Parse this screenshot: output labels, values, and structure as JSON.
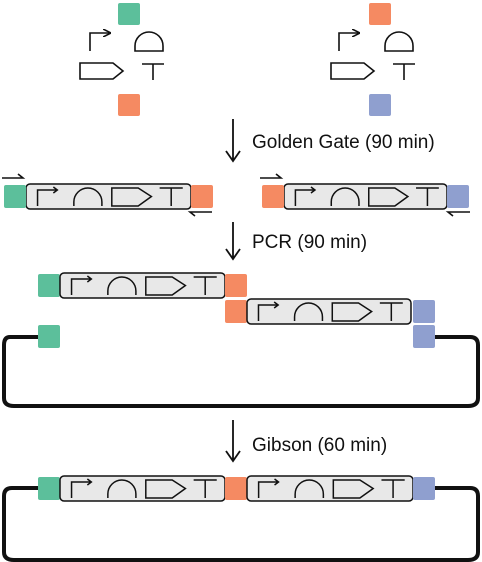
{
  "colors": {
    "teal": "#5cbf9b",
    "orange": "#f58a62",
    "blue": "#8f9fcf",
    "part_fill": "#e8e8e8",
    "ink": "#111111"
  },
  "part_icons": [
    "promoter-icon",
    "rbs-icon",
    "cds-icon",
    "terminator-icon"
  ],
  "steps": {
    "golden_gate": "Golden Gate (90 min)",
    "pcr": "PCR (90 min)",
    "gibson": "Gibson (60 min)"
  }
}
